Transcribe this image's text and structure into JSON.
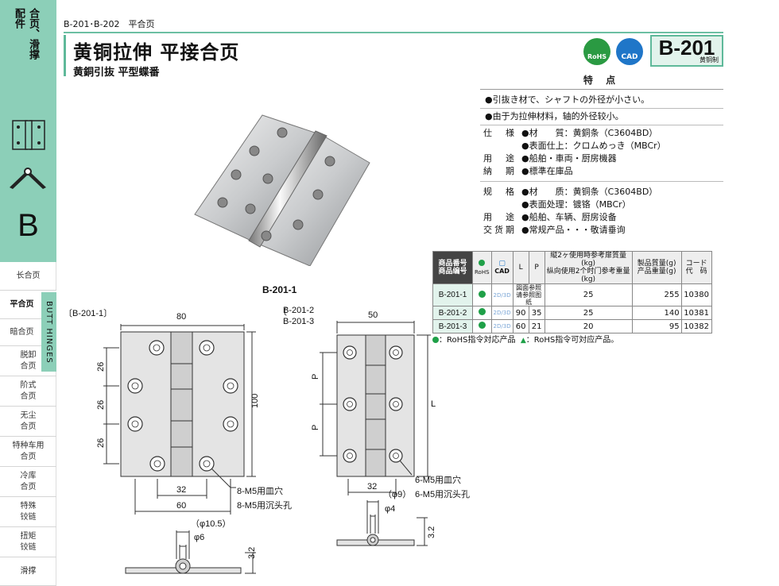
{
  "sidebar": {
    "category_col1": "合页、",
    "category_col2": "配件",
    "category_col3": "滑撑",
    "letter": "B",
    "vertical_label": "BUTT HINGES",
    "items": [
      {
        "label": "长合页"
      },
      {
        "label": "平合页"
      },
      {
        "label": "暗合页"
      },
      {
        "label": "脱卸",
        "label2": "合页"
      },
      {
        "label": "阶式",
        "label2": "合页"
      },
      {
        "label": "无尘",
        "label2": "合页"
      },
      {
        "label": "特种车用",
        "label2": "合页"
      },
      {
        "label": "冷库",
        "label2": "合页"
      },
      {
        "label": "特殊",
        "label2": "铰链"
      },
      {
        "label": "扭矩",
        "label2": "铰链"
      },
      {
        "label": "滑撑"
      }
    ]
  },
  "header": {
    "breadcrumb": "B-201･B-202　平合页",
    "title": "黄铜拉伸  平接合页",
    "subtitle": "黄銅引抜  平型蝶番",
    "rohs_label": "RoHS",
    "cad_label": "CAD",
    "model_code": "B-201",
    "model_material": "黄铜制"
  },
  "features": {
    "heading": "特 点",
    "lines": [
      "●引抜き材で、シャフトの外径が小さい。",
      "●由于为拉伸材料，轴的外径较小。"
    ],
    "spec_jp": [
      {
        "label": "仕　様",
        "value": "●材　　質：黄銅条（C3604BD）"
      },
      {
        "label": "",
        "value": "●表面仕上：クロムめっき（MBCr）"
      },
      {
        "label": "用　途",
        "value": "●船舶・車両・厨房機器"
      },
      {
        "label": "納　期",
        "value": "●標準在庫品"
      }
    ],
    "spec_cn": [
      {
        "label": "规　格",
        "value": "●材　　质：黄铜条（C3604BD）"
      },
      {
        "label": "",
        "value": "●表面处理：镀铬（MBCr）"
      },
      {
        "label": "用　途",
        "value": "●船舶、车辆、厨房设备"
      },
      {
        "label": "交货期",
        "value": "●常规产品・・・敬请垂询"
      }
    ]
  },
  "photo_caption": "B-201-1",
  "table": {
    "headers": {
      "code_jp": "商品番号",
      "code_cn": "商品编号",
      "rohs": "RoHS",
      "cad": "CAD",
      "L": "L",
      "P": "P",
      "load_jp": "縦2ヶ使用時参考扉質量(kg)",
      "load_cn": "纵向使用2个时门参考重量(kg)",
      "mass_jp": "製品質量(g)",
      "mass_cn": "产品重量(g)",
      "code2_jp": "コード",
      "code2_cn": "代　码"
    },
    "rows": [
      {
        "code": "B-201-1",
        "cad": "2D/3D",
        "L": "",
        "P": "",
        "ref_jp": "図面参照",
        "ref_cn": "请参照图纸",
        "load": "25",
        "mass": "255",
        "code2": "10380"
      },
      {
        "code": "B-201-2",
        "cad": "2D/3D",
        "L": "90",
        "P": "35",
        "ref_jp": "",
        "ref_cn": "",
        "load": "25",
        "mass": "140",
        "code2": "10381"
      },
      {
        "code": "B-201-3",
        "cad": "2D/3D",
        "L": "60",
        "P": "21",
        "ref_jp": "",
        "ref_cn": "",
        "load": "20",
        "mass": "95",
        "code2": "10382"
      }
    ],
    "legend_dot": "：RoHS指令対応产品",
    "legend_tri": "：RoHS指令可対应产品。"
  },
  "drawing1": {
    "tag": "〔B-201-1〕",
    "dim_width": "80",
    "dim_height": "100",
    "dim_pitch": "26",
    "dim_32": "32",
    "dim_60": "60",
    "hole_jp": "8-M5用皿穴",
    "hole_cn": "8-M5用沉头孔",
    "dim_d1": "（φ10.5）",
    "dim_d2": "φ6",
    "dim_t": "3.2"
  },
  "drawing2": {
    "tag1": "B-201-2",
    "tag2": "B-201-3",
    "dim_width": "50",
    "dim_L": "L",
    "dim_P": "P",
    "dim_32": "32",
    "hole_jp": "6-M5用皿穴",
    "hole_cn": "6-M5用沉头孔",
    "dim_d1": "（φ9）",
    "dim_d2": "φ4",
    "dim_t": "3.2"
  }
}
